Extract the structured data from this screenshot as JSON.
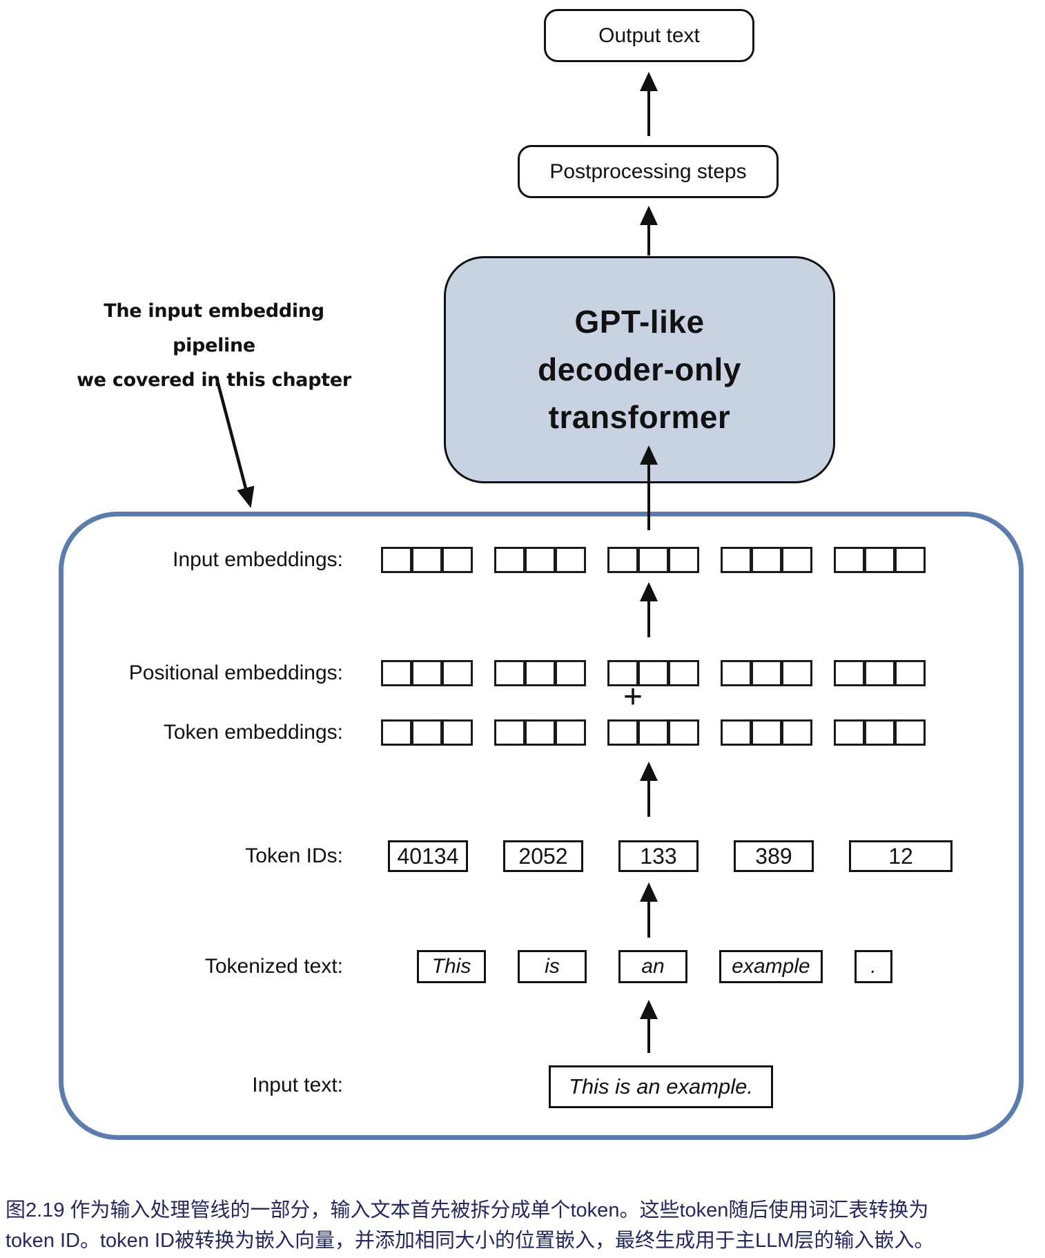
{
  "flow": {
    "output_text_label": "Output text",
    "postprocessing_label": "Postprocessing steps",
    "transformer_lines": [
      "GPT-like",
      "decoder-only",
      "transformer"
    ]
  },
  "annotation": {
    "line1": "The input embedding pipeline",
    "line2": "we covered in this chapter"
  },
  "pipeline": {
    "input_embeddings_label": "Input embeddings:",
    "positional_embeddings_label": "Positional embeddings:",
    "plus_sign": "+",
    "token_embeddings_label": "Token embeddings:",
    "token_ids_label": "Token IDs:",
    "token_ids": [
      "40134",
      "2052",
      "133",
      "389",
      "12"
    ],
    "tokenized_text_label": "Tokenized text:",
    "tokens": [
      "This",
      "is",
      "an",
      "example",
      "."
    ],
    "input_text_label": "Input text:",
    "input_text_value": "This is an example.",
    "embedding_groups": 5,
    "squares_per_group": 3
  },
  "colors": {
    "transformer_fill": "#c8d2e2",
    "container_border": "#5b7cad",
    "caption_text": "#23285d"
  },
  "caption": {
    "line1": "图2.19 作为输入处理管线的一部分，输入文本首先被拆分成单个token。这些token随后使用词汇表转换为",
    "line2": "token ID。token ID被转换为嵌入向量，并添加相同大小的位置嵌入，最终生成用于主LLM层的输入嵌入。"
  }
}
